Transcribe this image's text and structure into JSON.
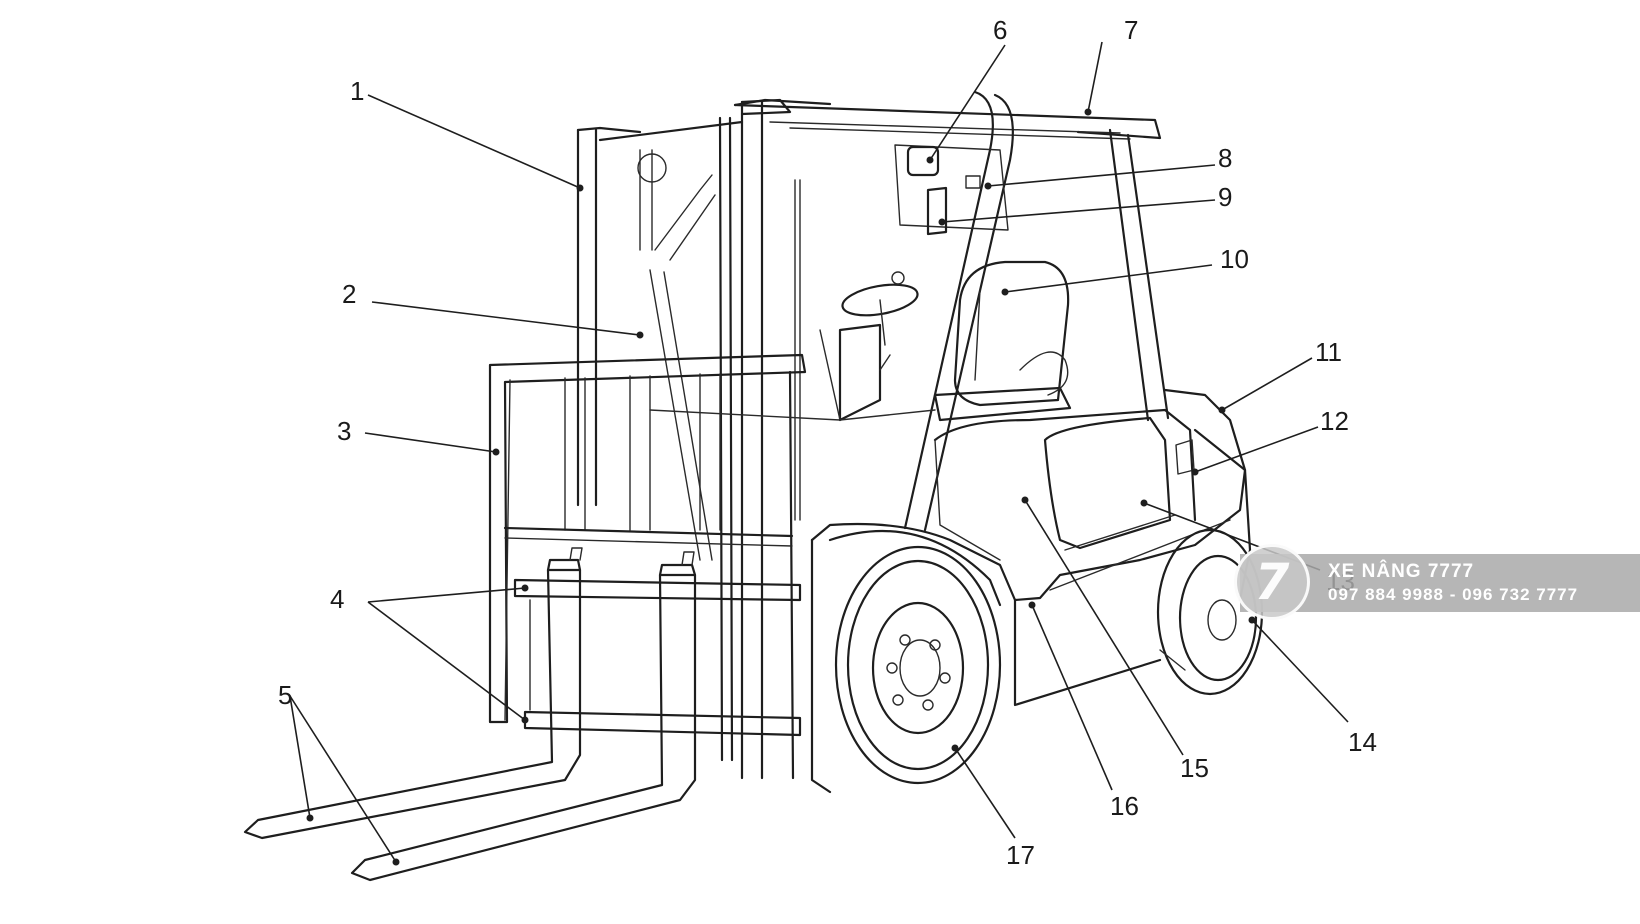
{
  "diagram": {
    "callouts": [
      "1",
      "2",
      "3",
      "4",
      "5",
      "6",
      "7",
      "8",
      "9",
      "10",
      "11",
      "12",
      "13",
      "14",
      "15",
      "16",
      "17"
    ]
  },
  "watermark": {
    "logo_glyph": "7",
    "name": "XE NÂNG 7777",
    "phone": "097 884 9988 - 096 732 7777",
    "band_color": "#a9a9a9"
  }
}
